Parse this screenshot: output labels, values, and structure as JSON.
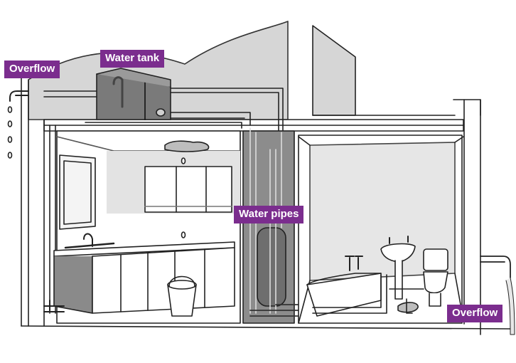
{
  "labels": {
    "overflow_left": "Overflow",
    "water_tank": "Water tank",
    "water_pipes": "Water pipes",
    "overflow_right": "Overflow"
  },
  "colors": {
    "label_background": "#7b2d8e",
    "label_text": "#ffffff",
    "line": "#222222",
    "roof_fill": "#d4d4d4",
    "wall_fill": "#e8e8e8"
  }
}
